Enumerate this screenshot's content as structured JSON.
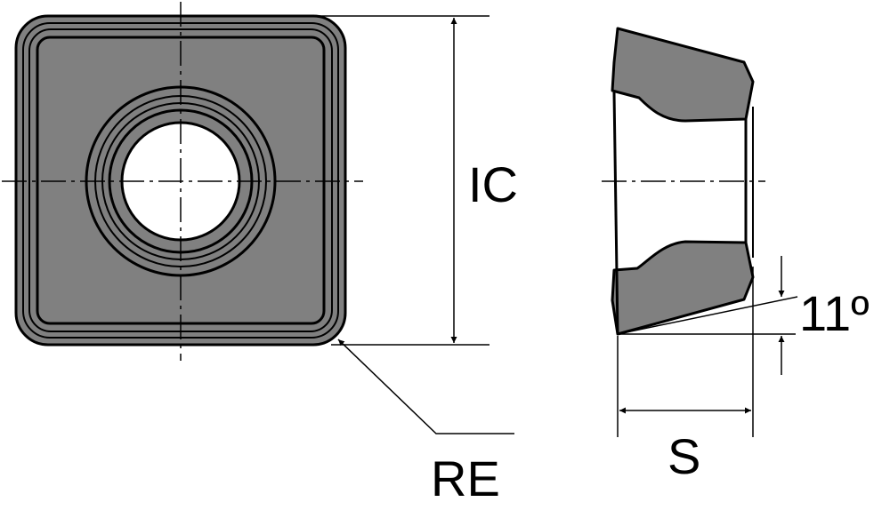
{
  "labels": {
    "ic": "IC",
    "re": "RE",
    "s": "S",
    "angle": "11º"
  },
  "colors": {
    "body_fill": "#808080",
    "outline": "#000000",
    "background": "#ffffff"
  }
}
